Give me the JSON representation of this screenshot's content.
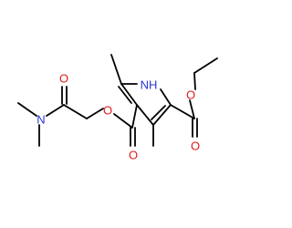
{
  "molecule": {
    "atoms": {
      "n_amide": "N",
      "o_amide": "O",
      "o_ester_left": "O",
      "o_carbonyl_left": "O",
      "nh": "NH",
      "o_ester_right": "O",
      "o_carbonyl_right": "O"
    }
  },
  "colors": {
    "bond": "#000000",
    "nitrogen": "#2b35d6",
    "oxygen": "#e01b1b",
    "background": "#ffffff"
  }
}
